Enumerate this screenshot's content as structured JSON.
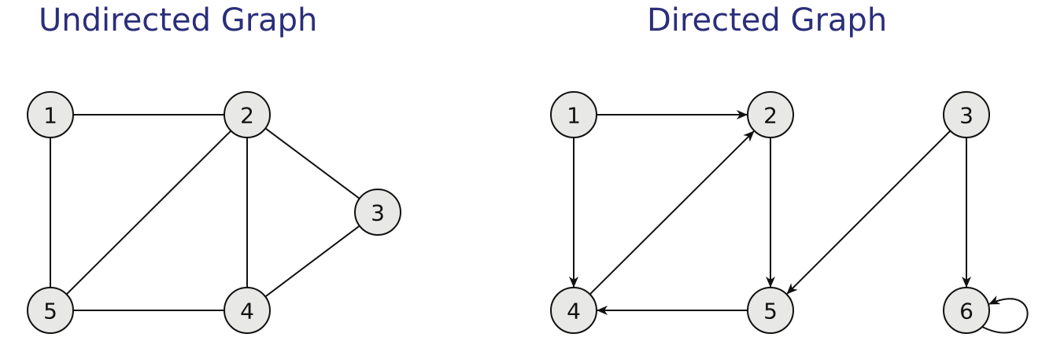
{
  "undirected": {
    "title": "Undirected Graph",
    "nodes": [
      {
        "id": "1",
        "label": "1"
      },
      {
        "id": "2",
        "label": "2"
      },
      {
        "id": "3",
        "label": "3"
      },
      {
        "id": "4",
        "label": "4"
      },
      {
        "id": "5",
        "label": "5"
      }
    ],
    "edges": [
      [
        "1",
        "2"
      ],
      [
        "1",
        "5"
      ],
      [
        "2",
        "5"
      ],
      [
        "2",
        "4"
      ],
      [
        "2",
        "3"
      ],
      [
        "3",
        "4"
      ],
      [
        "5",
        "4"
      ]
    ]
  },
  "directed": {
    "title": "Directed Graph",
    "nodes": [
      {
        "id": "1",
        "label": "1"
      },
      {
        "id": "2",
        "label": "2"
      },
      {
        "id": "3",
        "label": "3"
      },
      {
        "id": "4",
        "label": "4"
      },
      {
        "id": "5",
        "label": "5"
      },
      {
        "id": "6",
        "label": "6"
      }
    ],
    "edges": [
      [
        "1",
        "2"
      ],
      [
        "1",
        "4"
      ],
      [
        "4",
        "2"
      ],
      [
        "2",
        "5"
      ],
      [
        "5",
        "4"
      ],
      [
        "3",
        "5"
      ],
      [
        "3",
        "6"
      ],
      [
        "6",
        "6"
      ]
    ]
  },
  "colors": {
    "title": "#2b2e7a",
    "node_fill": "#e8e8e6",
    "stroke": "#111111"
  }
}
